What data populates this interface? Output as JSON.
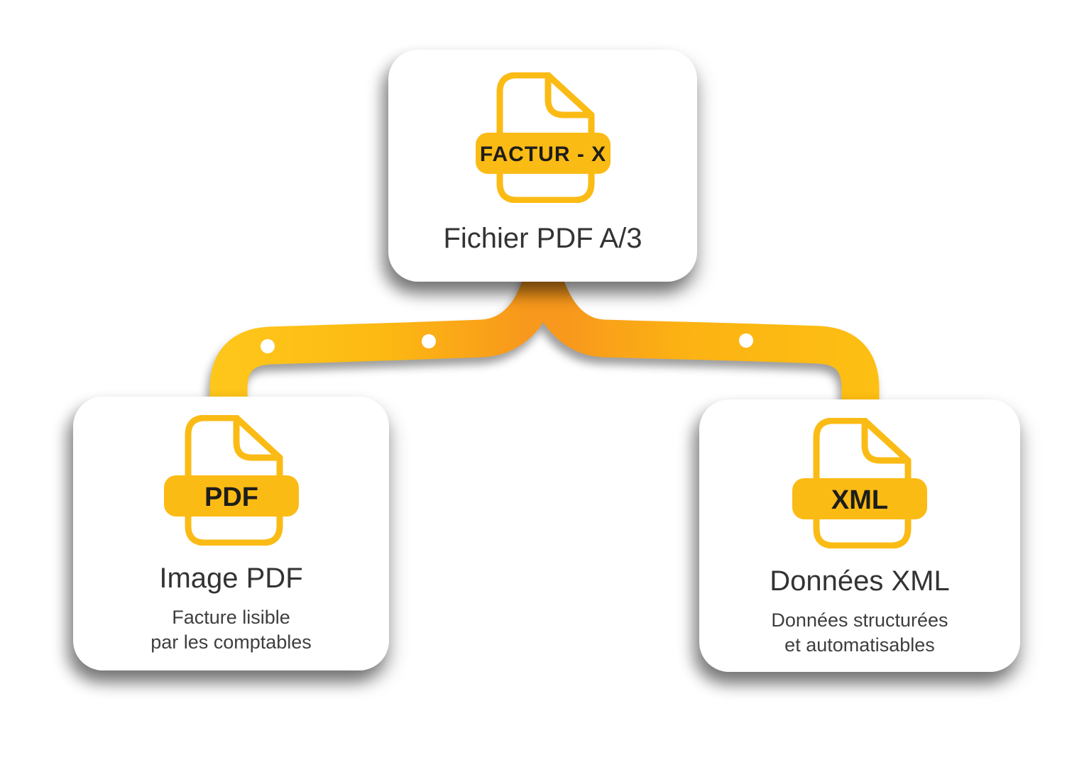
{
  "page": {
    "background": "#FFFFFF"
  },
  "palette": {
    "yellow": "#FBBB15",
    "yellow_light": "#FEC71B",
    "orange_center": "#F8981C",
    "badge_text": "#1D1D1B",
    "title_text": "#333333",
    "subtitle_text": "#3E3E3E",
    "card_background": "#FFFFFF",
    "connector_dot": "#FFFFFF"
  },
  "nodes": {
    "top": {
      "badge": "FACTUR - X",
      "title": "Fichier PDF A/3"
    },
    "left": {
      "badge": "PDF",
      "title": "Image PDF",
      "subtitle1": "Facture lisible",
      "subtitle2": "par les comptables"
    },
    "right": {
      "badge": "XML",
      "title": "Données XML",
      "subtitle1": "Données structurées",
      "subtitle2": "et automatisables"
    }
  }
}
